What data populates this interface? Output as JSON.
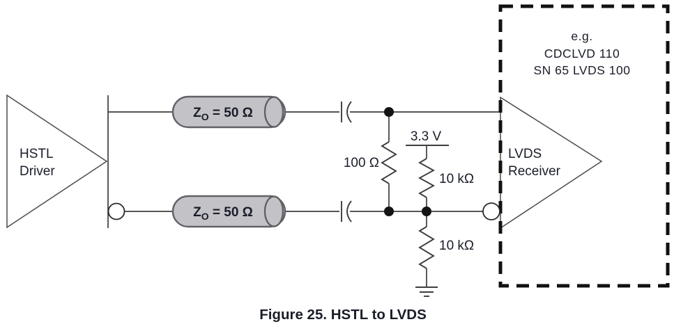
{
  "figure": {
    "caption": "Figure 25. HSTL to LVDS"
  },
  "driver": {
    "line1": "HSTL",
    "line2": "Driver"
  },
  "receiver": {
    "line1": "LVDS",
    "line2": "Receiver",
    "box_note_line1": "e.g.",
    "box_note_line2": "CDCLVD 110",
    "box_note_line3": "SN 65 LVDS 100"
  },
  "transmission_line": {
    "symbol": "Z",
    "subscript": "O",
    "value": " = 50 Ω"
  },
  "components": {
    "termination_resistor": "100 Ω",
    "pullup_resistor": "10 kΩ",
    "pulldown_resistor": "10 kΩ",
    "supply_voltage": "3.3 V"
  },
  "colors": {
    "wire": "#3d3d3d",
    "text": "#1a1d29",
    "cylinder_fill": "#c3c3c7",
    "cylinder_stroke": "#616167",
    "dashed_box": "#111111",
    "background": "#ffffff"
  }
}
